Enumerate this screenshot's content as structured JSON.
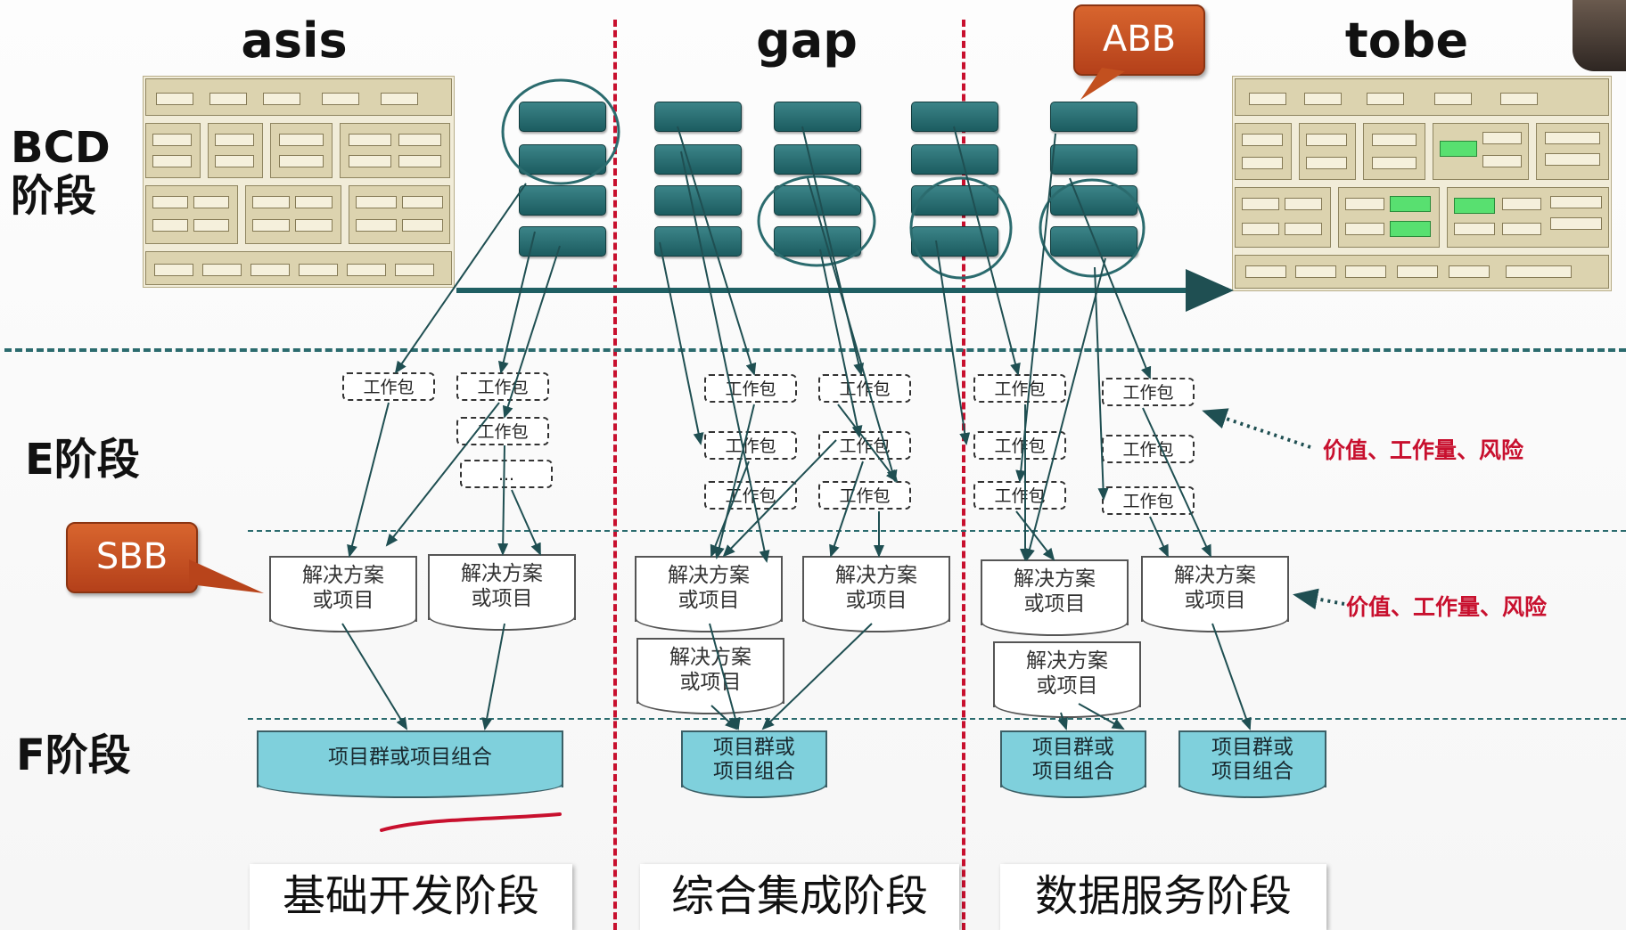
{
  "columns": {
    "asis": "asis",
    "gap": "gap",
    "tobe": "tobe"
  },
  "phases": {
    "bcd_line1": "BCD",
    "bcd_line2": "阶段",
    "e": "E阶段",
    "f": "F阶段"
  },
  "callouts": {
    "abb": "ABB",
    "sbb": "SBB"
  },
  "work_package": "工作包",
  "ellipsis": "...",
  "solution_lines": [
    "解决方案",
    "或项目"
  ],
  "program_asis": "项目群或项目组合",
  "program_lines": [
    "项目群或",
    "项目组合"
  ],
  "notes": {
    "value_work_risk": "价值、工作量、风险"
  },
  "stages": [
    "基础开发阶段",
    "综合集成阶段",
    "数据服务阶段"
  ],
  "colors": {
    "divider": "#c8102e",
    "teal_dash": "#2b6b6e",
    "bar": "#1f5f63",
    "program_fill": "#7fd0dc",
    "callout": "#c2501f",
    "highlight": "#58e070"
  }
}
